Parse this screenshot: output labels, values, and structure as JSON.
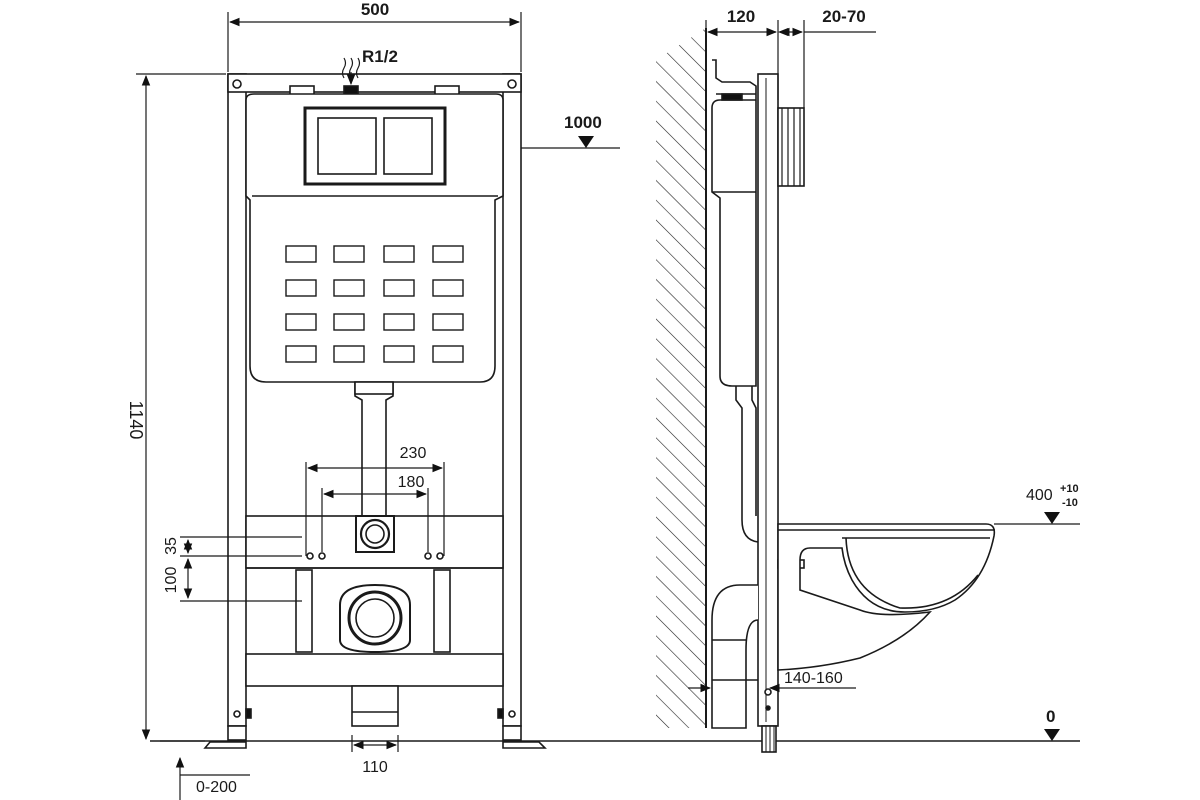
{
  "dims": {
    "width_total": "500",
    "inlet": "R1/2",
    "button_height": "1000",
    "height_total": "1140",
    "span_outer": "230",
    "span_inner": "180",
    "offset_top": "35",
    "offset_drain": "100",
    "foot_adjust": "0-200",
    "drain_width": "110",
    "frame_depth": "120",
    "wall_gap": "20-70",
    "seat_height": "400",
    "seat_tol_plus": "+10",
    "seat_tol_minus": "-10",
    "bowl_depth": "140-160",
    "floor_level": "0"
  }
}
